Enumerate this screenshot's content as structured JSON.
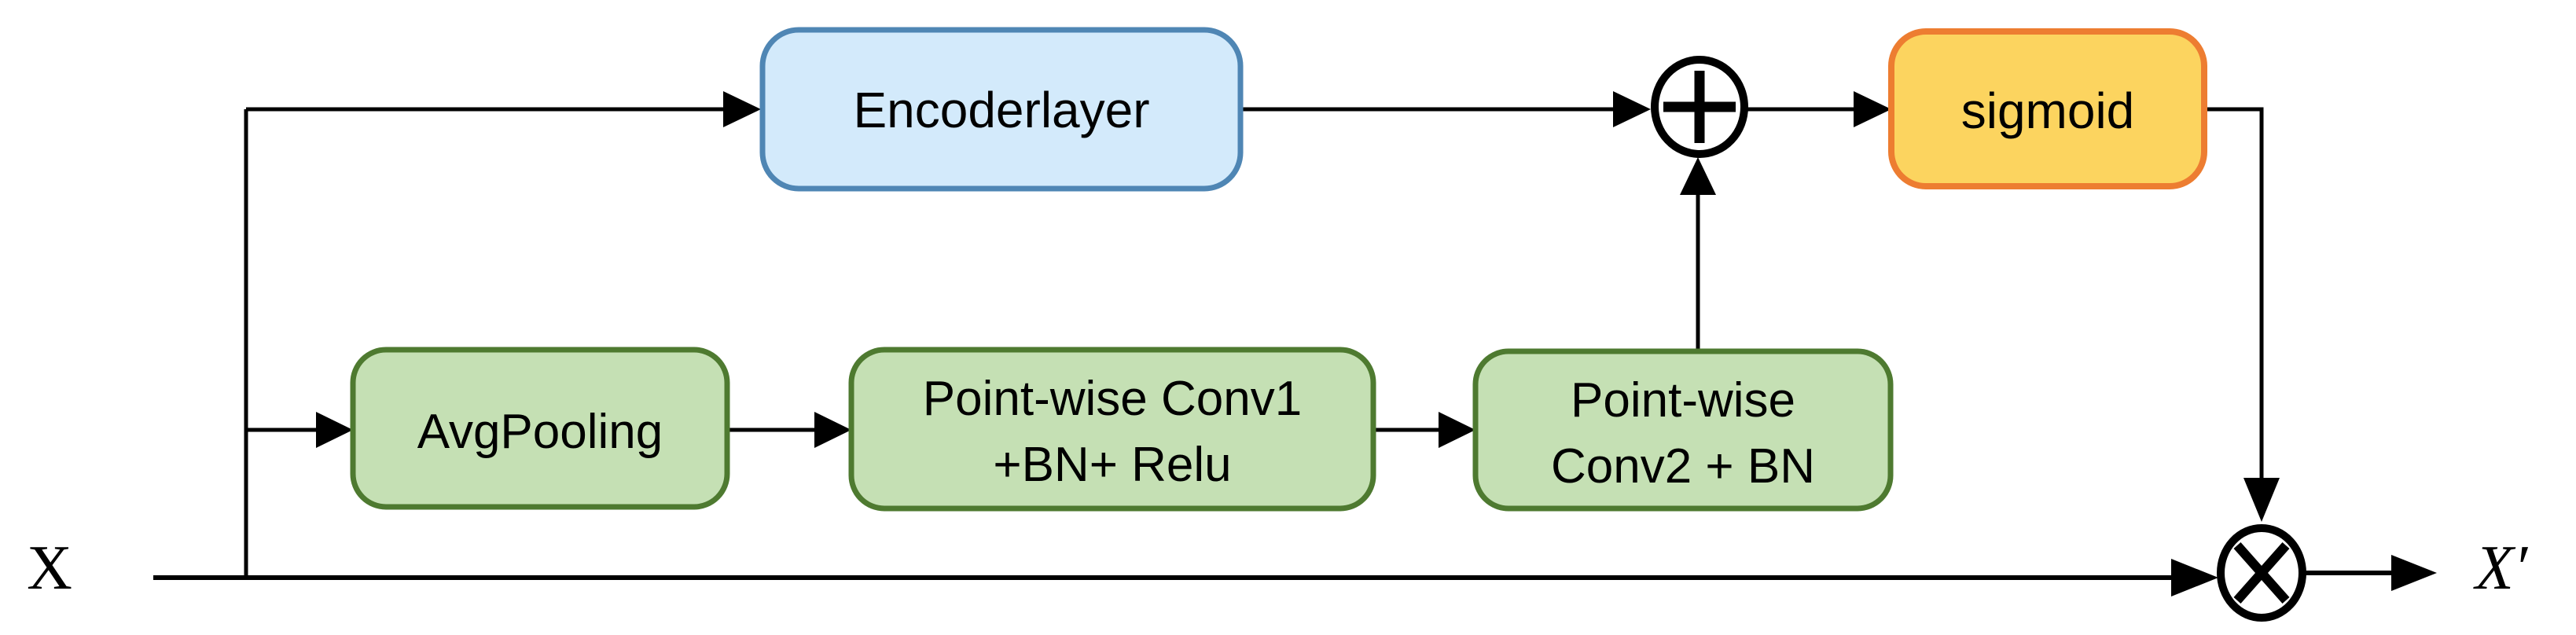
{
  "figure": {
    "description": "Channel attention style block diagram",
    "input_label": "X",
    "output_label": "X′",
    "nodes": {
      "encoder": {
        "label": "Encoderlayer"
      },
      "avgpool": {
        "label": "AvgPooling"
      },
      "conv1": {
        "line1": "Point-wise Conv1",
        "line2": "+BN+ Relu"
      },
      "conv2": {
        "line1": "Point-wise",
        "line2": "Conv2 + BN"
      },
      "sigmoid": {
        "label": "sigmoid"
      }
    },
    "operators": {
      "add": {
        "icon": "circled-plus-icon",
        "symbol": "⊕"
      },
      "multiply": {
        "icon": "circled-times-icon",
        "symbol": "⊗"
      }
    },
    "colors": {
      "background": "#ffffff",
      "blue_fill": "#d3eafb",
      "blue_stroke": "#4f86b4",
      "green_fill": "#c5e0b4",
      "green_stroke": "#4e7a30",
      "orange_fill": "#fcd45f",
      "orange_stroke": "#ed7d31",
      "line": "#000000"
    }
  }
}
